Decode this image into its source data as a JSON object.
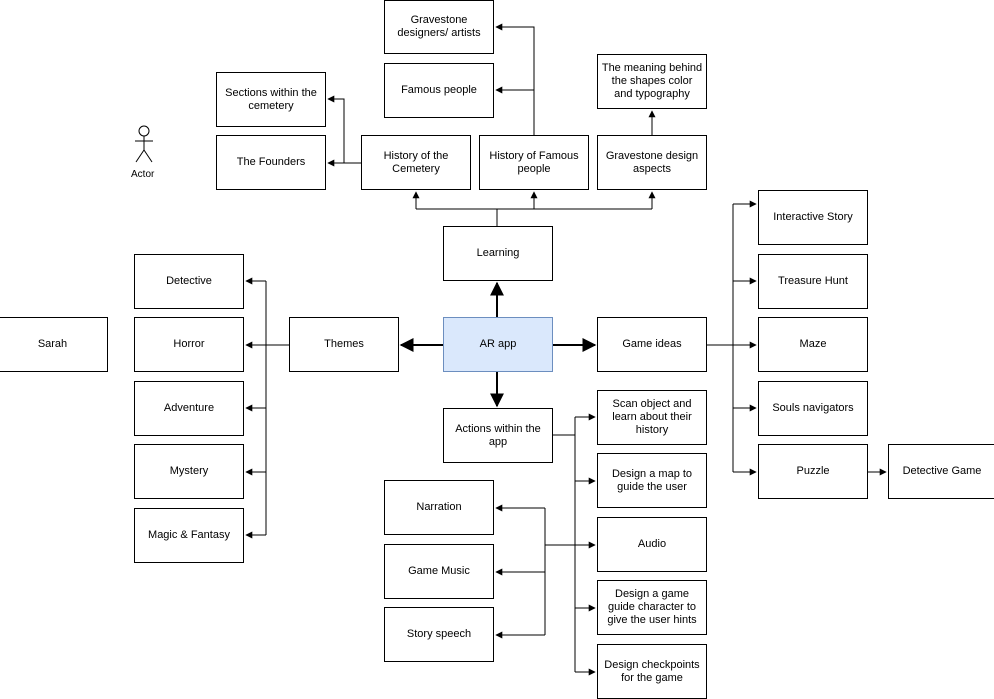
{
  "actor": {
    "label": "Actor"
  },
  "nodes": {
    "ar_app": "AR app",
    "learning": "Learning",
    "themes": "Themes",
    "game_ideas": "Game ideas",
    "actions": "Actions within the app",
    "history_cemetery": "History of the Cemetery",
    "history_famous": "History of Famous people",
    "gravestone_design": "Gravestone design aspects",
    "sections": "Sections within the cemetery",
    "founders": "The Founders",
    "gravestone_designers": "Gravestone designers/ artists",
    "famous_people": "Famous people",
    "meaning_shapes": "The meaning behind the shapes color and typography",
    "detective": "Detective",
    "horror": "Horror",
    "adventure": "Adventure",
    "mystery": "Mystery",
    "magic_fantasy": "Magic & Fantasy",
    "sarah": "Sarah",
    "interactive_story": "Interactive Story",
    "treasure_hunt": "Treasure Hunt",
    "maze": "Maze",
    "souls_navigators": "Souls navigators",
    "puzzle": "Puzzle",
    "detective_game": "Detective Game",
    "scan_object": "Scan object and learn about their history",
    "design_map": "Design a map to guide the user",
    "audio": "Audio",
    "game_guide": "Design a game guide character to give the user hints",
    "checkpoints": "Design checkpoints for the game",
    "narration": "Narration",
    "game_music": "Game Music",
    "story_speech": "Story speech"
  }
}
